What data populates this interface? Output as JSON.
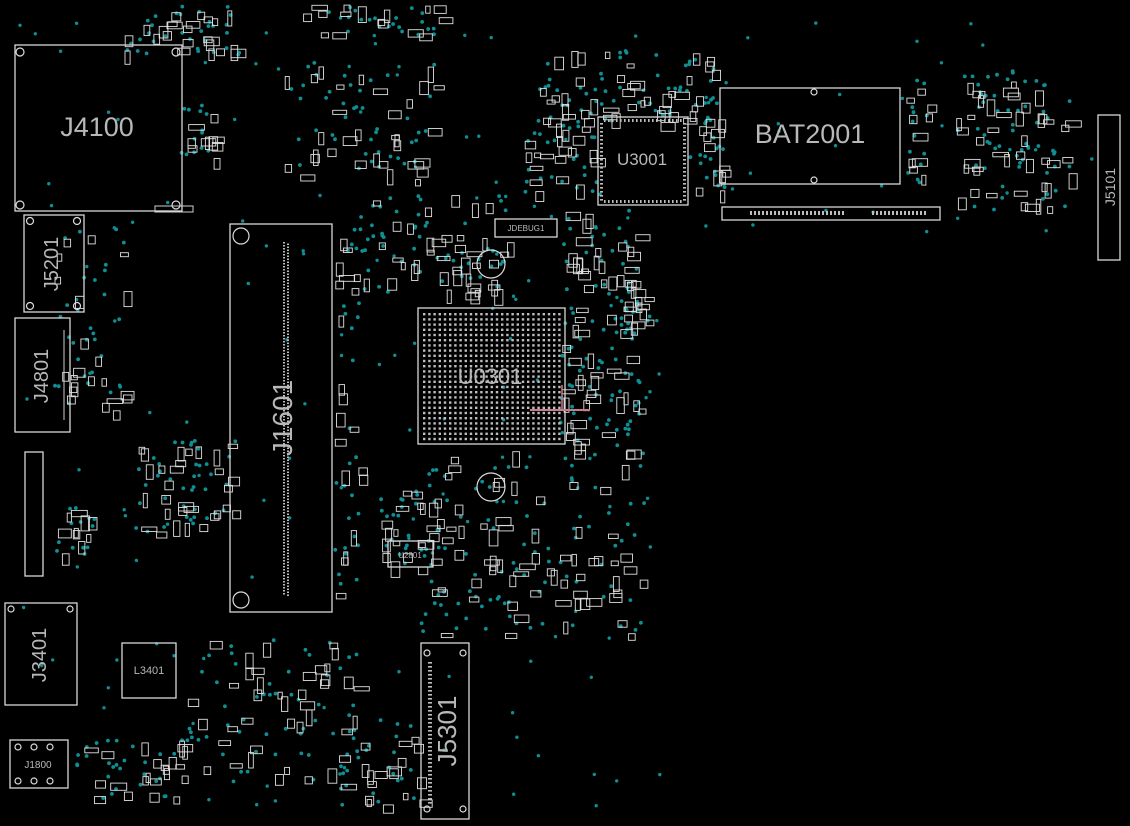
{
  "components": {
    "J4100": "J4100",
    "J5201": "J5201",
    "J4801": "J4801",
    "J1601": "J1601",
    "U0301": "U0301",
    "U3001": "U3001",
    "BAT2001": "BAT2001",
    "J5101": "J5101",
    "J3401": "J3401",
    "L3401": "L3401",
    "J5301": "J5301",
    "JDEBUG1": "JDEBUG1",
    "U2801": "U2801",
    "J1800": "J1800"
  },
  "colors": {
    "background": "#000000",
    "outline": "#d8d8d8",
    "via": "#0e8f93",
    "trace": "#c87c8c"
  }
}
